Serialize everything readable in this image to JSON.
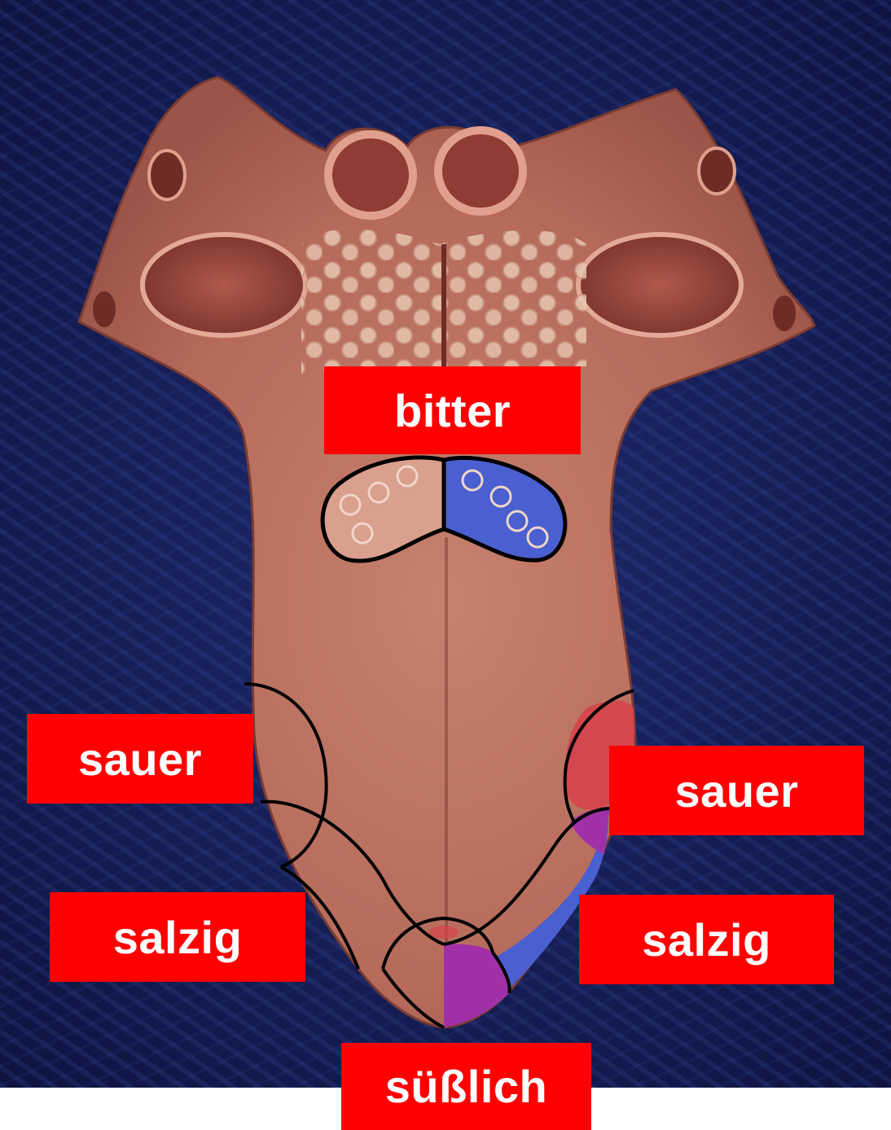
{
  "labels": {
    "bitter": "bitter",
    "sauer_left": "sauer",
    "sauer_right": "sauer",
    "salzig_left": "salzig",
    "salzig_right": "salzig",
    "suesslich": "süßlich"
  },
  "colors": {
    "label_background": "#ff0000",
    "label_text": "#ffffff",
    "background": "#141c52",
    "tongue": "#c97d6c",
    "bitter_zone_blue": "#4a5fd0",
    "sauer_zone_red": "#d8404a",
    "salzig_zone_blue": "#4a5fd0",
    "suess_zone_purple": "#a030a8"
  }
}
